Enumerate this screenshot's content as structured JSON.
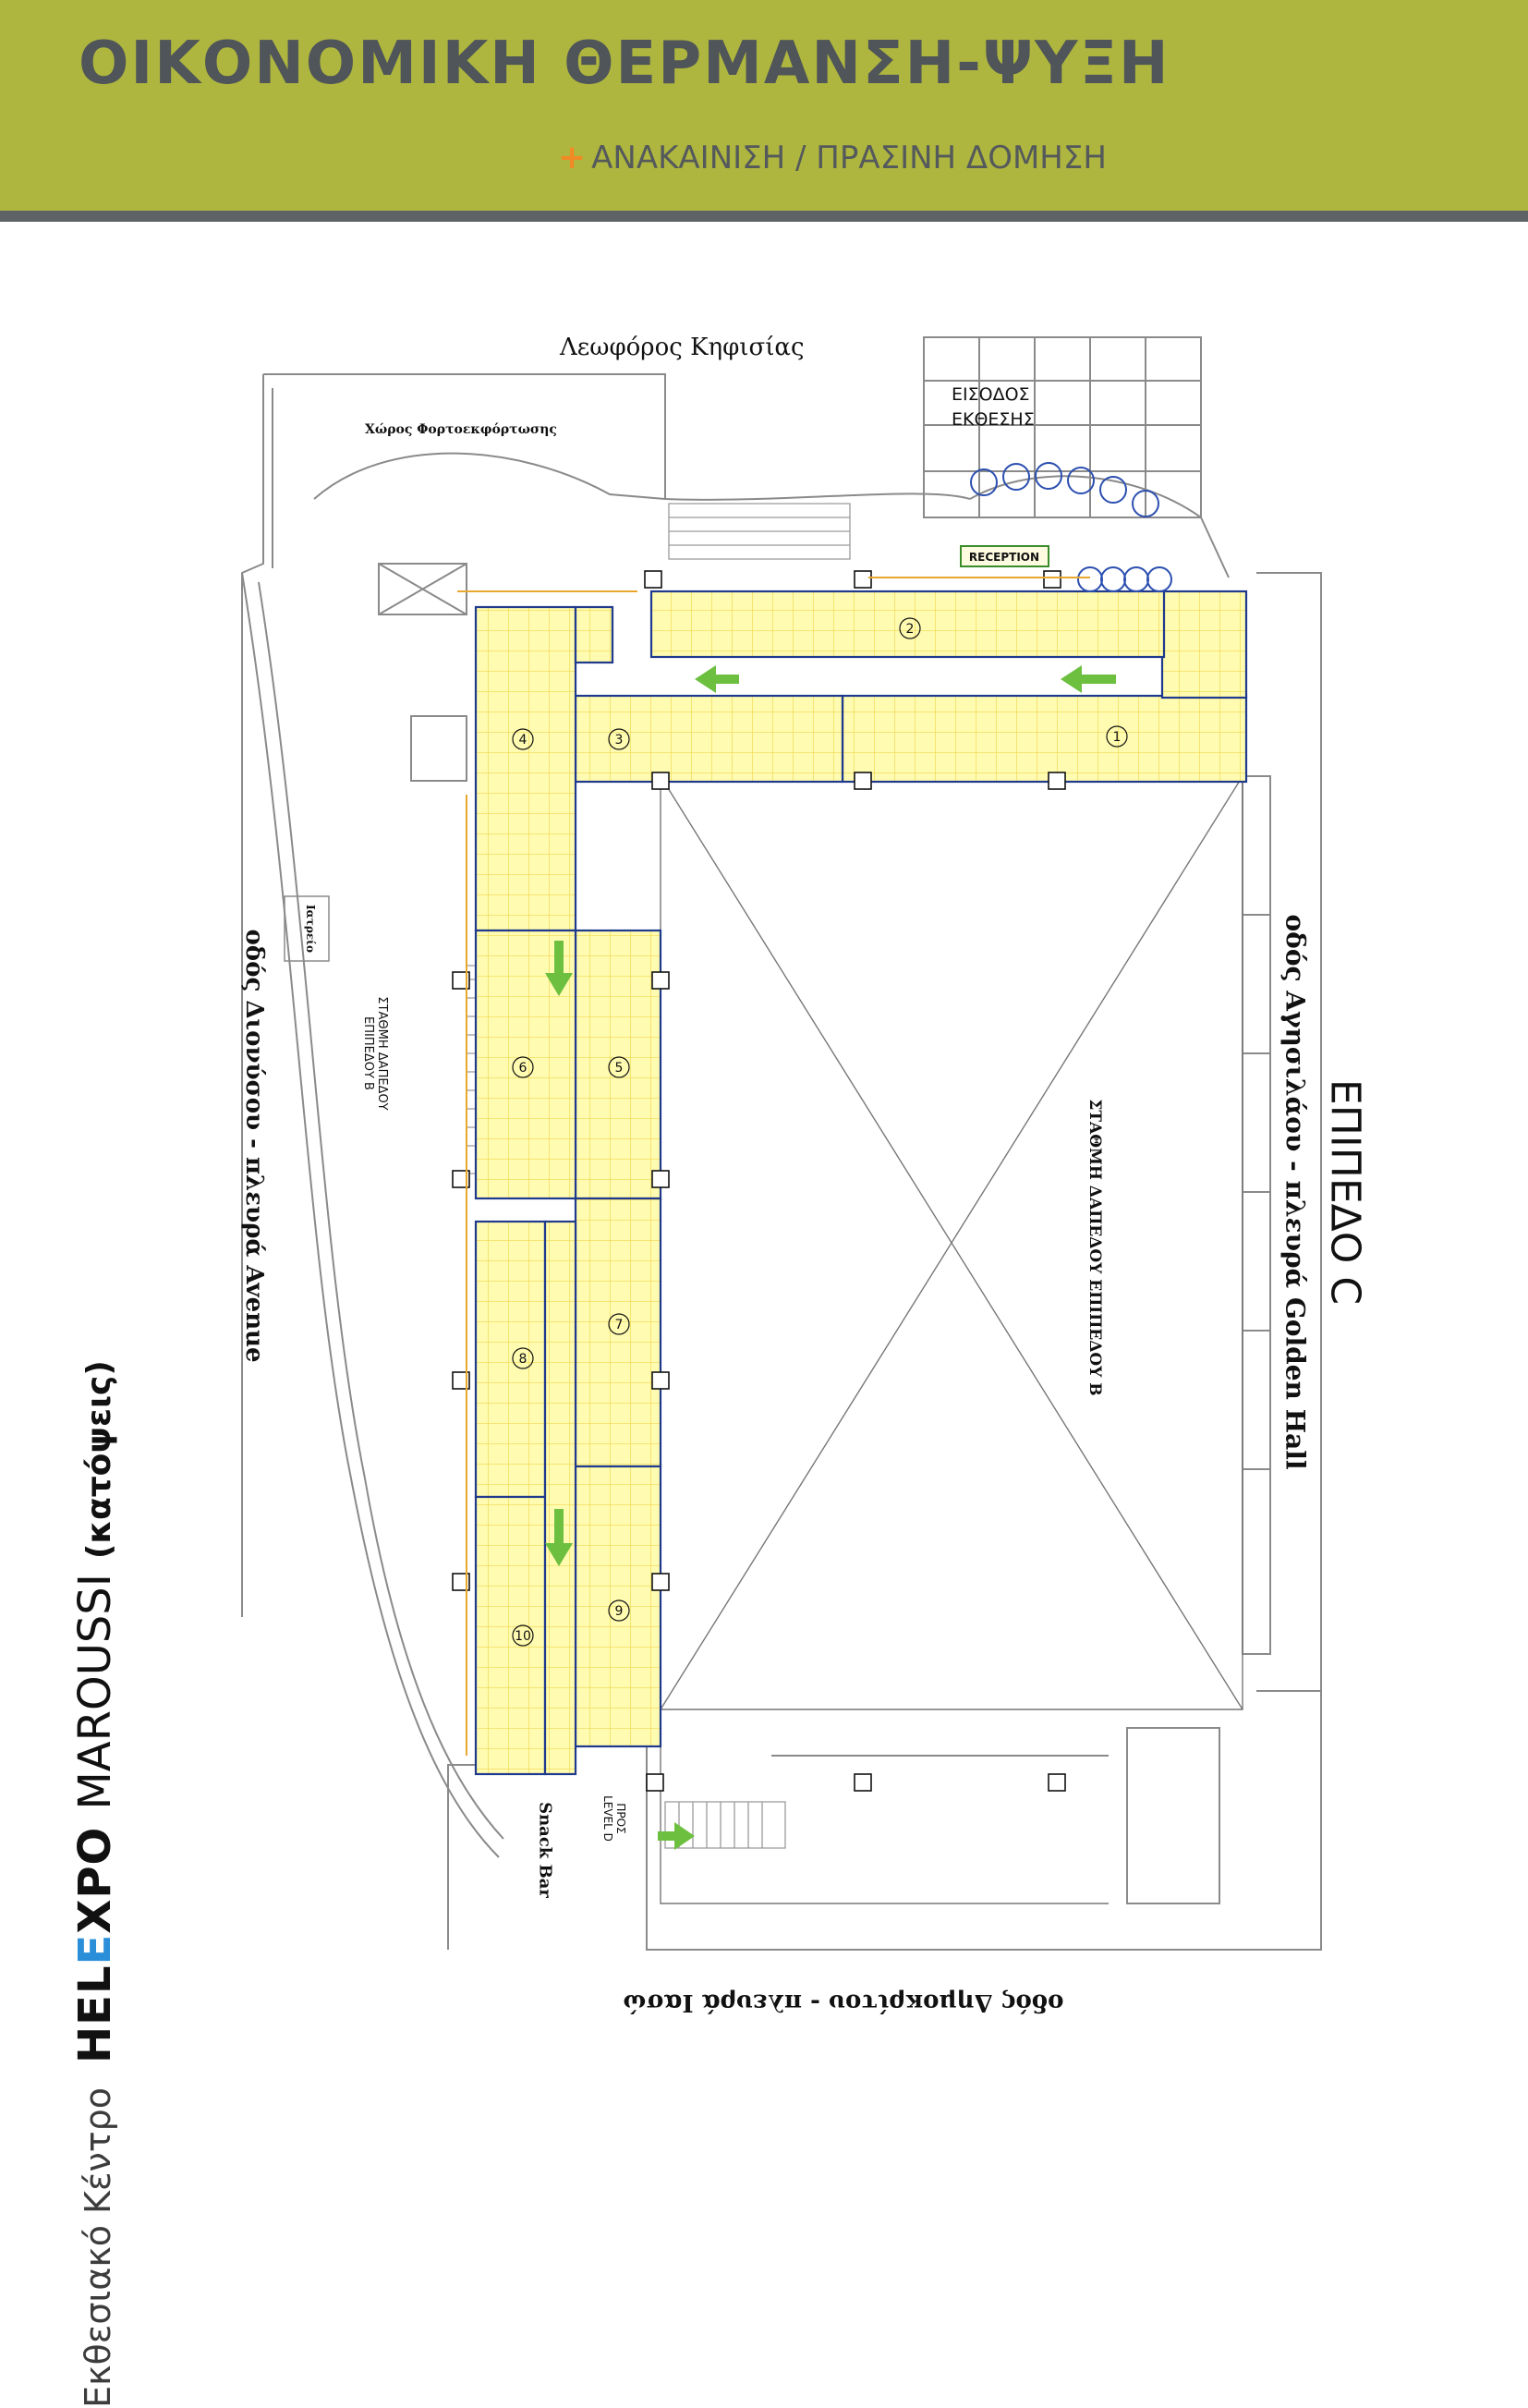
{
  "header": {
    "title": "ΟΙΚΟΝΟΜΙΚΗ ΘΕΡΜΑΝΣΗ-ΨΥΞΗ",
    "subtitle_plus": "+",
    "subtitle": "ΑΝΑΚΑΙΝΙΣΗ / ΠΡΑΣΙΝΗ ΔΟΜΗΣΗ"
  },
  "side_label": {
    "center": "Εκθεσιακό Κέντρο",
    "brand_a": "HEL",
    "brand_e": "E",
    "brand_b": "XPO",
    "city": "MAROUSSI",
    "plan": "(κατόψεις)"
  },
  "plan": {
    "street_top": "Λεωφόρος Κηφισίας",
    "loading_area": "Χώρος Φορτοεκφόρτωσης",
    "entrance_line1": "ΕΙΣΟΔΟΣ",
    "entrance_line2": "ΕΚΘΕΣΗΣ",
    "reception": "RECEPTION",
    "infirmary": "Ιατρείο",
    "parking_left_line1": "ΣΤΑΘΜΗ ΔΑΠΕΔΟΥ",
    "parking_left_line2": "ΕΠΙΠΕΔΟΥ Β",
    "parking_center": "ΣΤΑΘΜΗ ΔΑΠΕΔΟΥ ΕΠΙΠΕΔΟΥ Β",
    "level_title": "ΕΠΙΠΕΔΟ C",
    "street_right": "οδός Αγησιλάου - πλευρά Golden Hall",
    "street_left": "οδός Διονύσου - πλευρά Avenue",
    "street_bottom": "οδός Δημοκρίτου - πλευρά Ιασώ",
    "snack_bar": "Snack Bar",
    "to_level_line1": "ΠΡΟΣ",
    "to_level_line2": "LEVEL D",
    "zones": [
      "1",
      "2",
      "3",
      "4",
      "5",
      "6",
      "7",
      "8",
      "9",
      "10"
    ]
  },
  "colors": {
    "header_bg": "#afb63f",
    "header_text": "#4f5558",
    "rule": "#5e6366",
    "plus": "#f08a24",
    "zone_fill": "#fffbb0",
    "zone_grid": "#f0d850",
    "zone_border": "#1f3a8c",
    "arrow": "#6cbf3f",
    "wall": "#8a8a8a"
  }
}
